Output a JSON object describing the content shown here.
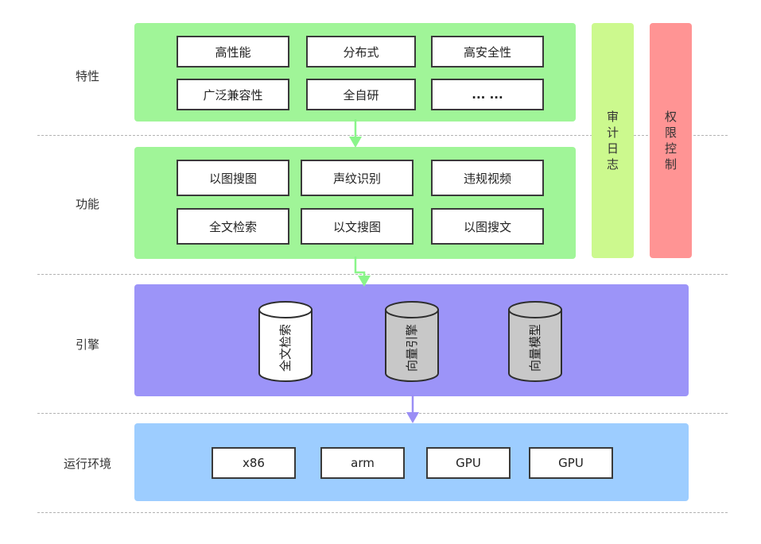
{
  "rows": {
    "features": "特性",
    "functions": "功能",
    "engine": "引擎",
    "runtime": "运行环境"
  },
  "features": [
    "高性能",
    "分布式",
    "高安全性",
    "广泛兼容性",
    "全自研",
    "... ..."
  ],
  "functions": [
    "以图搜图",
    "声纹识别",
    "违规视频",
    "全文检索",
    "以文搜图",
    "以图搜文"
  ],
  "engines": [
    {
      "label": "全文检索",
      "fill": "#ffffff"
    },
    {
      "label": "向量引擎",
      "fill": "#c8c8c8"
    },
    {
      "label": "向量模型",
      "fill": "#c8c8c8"
    }
  ],
  "runtime": [
    "x86",
    "arm",
    "GPU",
    "GPU"
  ],
  "side": {
    "audit": "审计日志",
    "permission": "权限控制"
  },
  "colors": {
    "green_panel": "#a0f598",
    "purple_panel": "#9c94f8",
    "blue_panel": "#9dcdff",
    "audit_bar": "#ccf98e",
    "permission_bar": "#ff9494",
    "green_arrow": "#8af58a",
    "purple_arrow": "#9a8ef5"
  }
}
